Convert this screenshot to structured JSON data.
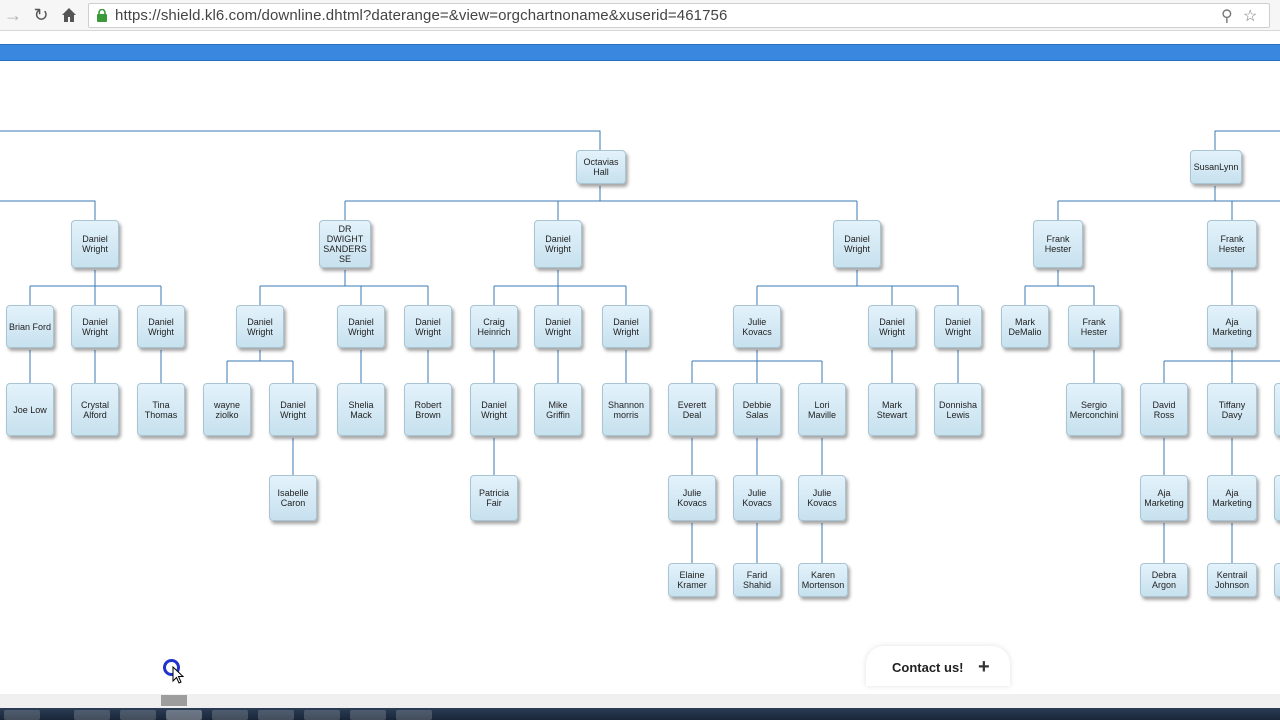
{
  "browser": {
    "url": "https://shield.kl6.com/downline.dhtml?daterange=&view=orgchartnoname&xuserid=461756",
    "back_icon": "arrow-right-icon",
    "reload_icon": "reload-icon",
    "home_icon": "home-icon",
    "zoom_icon": "magnifier-icon",
    "bookmark_icon": "star-icon"
  },
  "colors": {
    "accent_bar": "#3a87e0",
    "node_fill": "#cfe6f1",
    "connector": "#3b7ab5"
  },
  "org_chart": {
    "nodes": [
      {
        "id": "octavias",
        "label": "Octavias Hall"
      },
      {
        "id": "susanlynn",
        "label": "SusanLynn"
      },
      {
        "id": "dw_a",
        "label": "Daniel Wright"
      },
      {
        "id": "drdwight",
        "label": "DR DWIGHT SANDERS SE"
      },
      {
        "id": "dw_b",
        "label": "Daniel Wright"
      },
      {
        "id": "dw_c",
        "label": "Daniel Wright"
      },
      {
        "id": "fh1",
        "label": "Frank Hester"
      },
      {
        "id": "fh2",
        "label": "Frank Hester"
      },
      {
        "id": "brian",
        "label": "Brian Ford"
      },
      {
        "id": "dw_d",
        "label": "Daniel Wright"
      },
      {
        "id": "dw_e",
        "label": "Daniel Wright"
      },
      {
        "id": "dw_f",
        "label": "Daniel Wright"
      },
      {
        "id": "dw_g",
        "label": "Daniel Wright"
      },
      {
        "id": "dw_h",
        "label": "Daniel Wright"
      },
      {
        "id": "craig",
        "label": "Craig Heinrich"
      },
      {
        "id": "dw_i",
        "label": "Daniel Wright"
      },
      {
        "id": "dw_j",
        "label": "Daniel Wright"
      },
      {
        "id": "julie1",
        "label": "Julie Kovacs"
      },
      {
        "id": "dw_k",
        "label": "Daniel Wright"
      },
      {
        "id": "dw_l",
        "label": "Daniel Wright"
      },
      {
        "id": "markd",
        "label": "Mark DeMalio"
      },
      {
        "id": "fh3",
        "label": "Frank Hester"
      },
      {
        "id": "aja1",
        "label": "Aja Marketing"
      },
      {
        "id": "joe",
        "label": "Joe Low"
      },
      {
        "id": "crystal",
        "label": "Crystal Alford"
      },
      {
        "id": "tina",
        "label": "Tina Thomas"
      },
      {
        "id": "wayne",
        "label": "wayne ziolko"
      },
      {
        "id": "dw_m",
        "label": "Daniel Wright"
      },
      {
        "id": "shelia",
        "label": "Shelia Mack"
      },
      {
        "id": "robert",
        "label": "Robert Brown"
      },
      {
        "id": "dw_n",
        "label": "Daniel Wright"
      },
      {
        "id": "mike",
        "label": "Mike Griffin"
      },
      {
        "id": "shannon",
        "label": "Shannon morris"
      },
      {
        "id": "everett",
        "label": "Everett Deal"
      },
      {
        "id": "debbie",
        "label": "Debbie Salas"
      },
      {
        "id": "lori",
        "label": "Lori Maville"
      },
      {
        "id": "marks",
        "label": "Mark Stewart"
      },
      {
        "id": "donnisha",
        "label": "Donnisha Lewis"
      },
      {
        "id": "sergio",
        "label": "Sergio Merconchini"
      },
      {
        "id": "david",
        "label": "David Ross"
      },
      {
        "id": "tiffany",
        "label": "Tiffany Davy"
      },
      {
        "id": "isabelle",
        "label": "Isabelle Caron"
      },
      {
        "id": "patricia",
        "label": "Patricia Fair"
      },
      {
        "id": "julie2",
        "label": "Julie Kovacs"
      },
      {
        "id": "julie3",
        "label": "Julie Kovacs"
      },
      {
        "id": "julie4",
        "label": "Julie Kovacs"
      },
      {
        "id": "aja2",
        "label": "Aja Marketing"
      },
      {
        "id": "aja3",
        "label": "Aja Marketing"
      },
      {
        "id": "elaine",
        "label": "Elaine Kramer"
      },
      {
        "id": "farid",
        "label": "Farid Shahid"
      },
      {
        "id": "karen",
        "label": "Karen Mortenson"
      },
      {
        "id": "debra",
        "label": "Debra Argon"
      },
      {
        "id": "kentrail",
        "label": "Kentrail Johnson"
      }
    ]
  },
  "contact": {
    "label": "Contact us!",
    "plus": "+"
  }
}
